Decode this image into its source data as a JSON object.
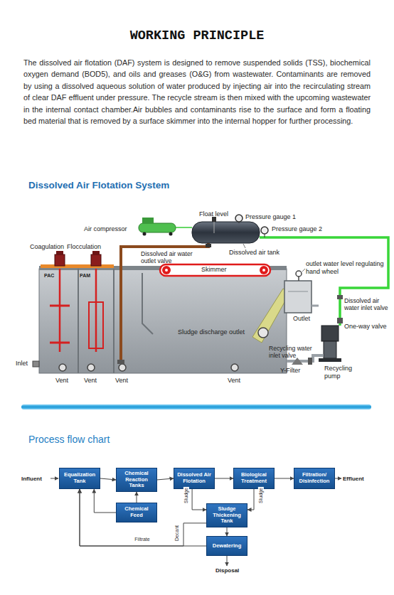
{
  "diagram": {
    "title": "WORKING PRINCIPLE",
    "nodes": [
      {
        "text": [
          "Equalization Tank"
        ]
      },
      {
        "text": [
          "Chemical Reaction Tanks"
        ]
      },
      {
        "text": [
          "Dissolved Air Flotation"
        ]
      },
      {
        "text": [
          "Biological Treatment"
        ]
      },
      {
        "text": [
          "Filtration/ Disinfection"
        ]
      },
      {
        "text": [
          "Chemical Feed"
        ]
      },
      {
        "text": [
          "Sludge Thickening Tank"
        ]
      },
      {
        "text": [
          "Dewatering"
        ]
      }
    ],
    "edges": [
      {
        "from": 0,
        "to": 1,
        "arrow": "to"
      },
      {
        "from": 1,
        "to": 2,
        "arrow": "to"
      },
      {
        "from": 2,
        "to": 3,
        "arrow": "to"
      },
      {
        "from": 3,
        "to": 4,
        "arrow": "to"
      },
      {
        "from": 5,
        "to": 1,
        "arrow": "to"
      },
      {
        "from": 5,
        "to": 0,
        "arrow": "to"
      },
      {
        "from": 2,
        "to": 6,
        "label": "Sludge",
        "arrow": "to"
      },
      {
        "from": 3,
        "to": 6,
        "label": "Sludge",
        "arrow": "to"
      },
      {
        "from": 6,
        "to": 7,
        "arrow": "to"
      },
      {
        "from": 6,
        "to": 0,
        "label": "Decant",
        "arrow": "to"
      },
      {
        "from": 7,
        "to": 0,
        "label": "Filtrate",
        "arrow": "to"
      }
    ],
    "labels": [
      "The dissolved air flotation (DAF) system is designed to remove suspended solids (TSS), biochemical oxygen demand (BOD5), and oils and greases (O&G) from wastewater. Contaminants are removed by using a dissolved aqueous solution of water produced by injecting air into the recirculating stream of clear DAF effluent under pressure. The recycle stream is then mixed with the upcoming wastewater in the internal contact chamber.Air bubbles and contaminants rise to the surface and form a floating bed material that is removed by a surface skimmer into the internal hopper for further processing.",
      "Dissolved Air Flotation System",
      "Float level",
      "Pressure gauge 1",
      "Air compressor",
      "Pressure gauge 2",
      "Coagulation",
      "Flocculation",
      "Dissolved air water outlet valve",
      "Dissolved air tank",
      "Skimmer",
      "outlet water level regulating hand wheel",
      "PAC",
      "PAM",
      "Dissolved air water inlet valve",
      "Outlet",
      "One-way valve",
      "Sludge discharge outlet",
      "Recycling water inlet valve",
      "Inlet",
      "Y-Filter",
      "Recycling pump",
      "Vent",
      "Vent",
      "Vent",
      "Vent",
      "Process flow chart",
      "Influent",
      "Effluent",
      "Disposal"
    ]
  }
}
